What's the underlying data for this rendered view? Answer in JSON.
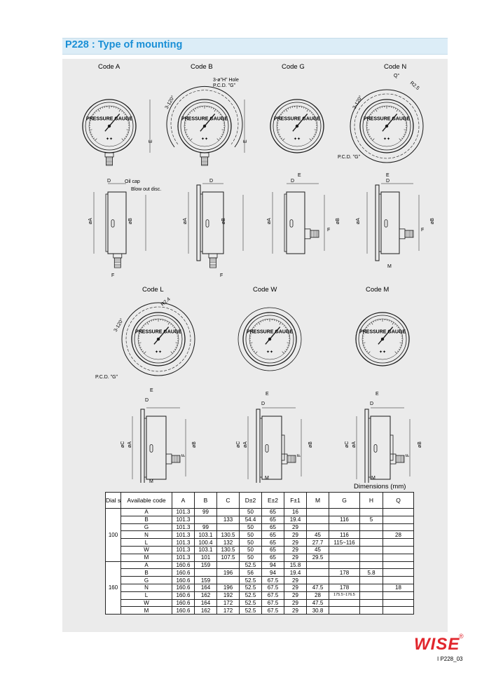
{
  "header": {
    "title": "P228 : Type of mounting"
  },
  "codes": {
    "a": "Code  A",
    "b": "Code  B",
    "g": "Code  G",
    "n": "Code  N",
    "l": "Code  L",
    "w": "Code  W",
    "m": "Code  M"
  },
  "annotations": {
    "hole": "3-øʺHʺ Hole",
    "pcd_b": "P.C.D. ʺGʺ",
    "pcd_n": "P.C.D. ʺGʺ",
    "pcd_l": "P.C.D. ʺGʺ",
    "angle_b": "3-120°",
    "angle_n": "3-120°",
    "angle_l": "3-120°",
    "q_n": "Q°",
    "r_n": "R2.5",
    "r_l": "R2.4",
    "oil_cap": "Oil cap",
    "blow_out": "Blow out disc.",
    "gauge_label": "PRESSURE GAUGE",
    "dimension_letters": {
      "a": "øA",
      "b": "øB",
      "c": "øC",
      "d": "D",
      "e": "E",
      "f": "F",
      "m": "M"
    }
  },
  "dimensions_caption": "Dimensions  (mm)",
  "table": {
    "headers": [
      "Dial size",
      "Available code",
      "A",
      "B",
      "C",
      "D±2",
      "E±2",
      "F±1",
      "M",
      "G",
      "H",
      "Q"
    ],
    "groups": [
      {
        "dial": "100",
        "rows": [
          [
            "A",
            "101.3",
            "99",
            "",
            "50",
            "65",
            "16",
            "",
            "",
            "",
            ""
          ],
          [
            "B",
            "101.3",
            "",
            "133",
            "54.4",
            "65",
            "19.4",
            "",
            "116",
            "5",
            ""
          ],
          [
            "G",
            "101.3",
            "99",
            "",
            "50",
            "65",
            "29",
            "",
            "",
            "",
            ""
          ],
          [
            "N",
            "101.3",
            "103.1",
            "130.5",
            "50",
            "65",
            "29",
            "45",
            "116",
            "",
            "28"
          ],
          [
            "L",
            "101.3",
            "100.4",
            "132",
            "50",
            "65",
            "29",
            "27.7",
            "115~116",
            "",
            ""
          ],
          [
            "W",
            "101.3",
            "103.1",
            "130.5",
            "50",
            "65",
            "29",
            "45",
            "",
            "",
            ""
          ],
          [
            "M",
            "101.3",
            "101",
            "107.5",
            "50",
            "65",
            "29",
            "29.5",
            "",
            "",
            ""
          ]
        ]
      },
      {
        "dial": "160",
        "rows": [
          [
            "A",
            "160.6",
            "159",
            "",
            "52.5",
            "94",
            "15.8",
            "",
            "",
            "",
            ""
          ],
          [
            "B",
            "160.6",
            "",
            "196",
            "56",
            "94",
            "19.4",
            "",
            "178",
            "5.8",
            ""
          ],
          [
            "G",
            "160.6",
            "159",
            "",
            "52.5",
            "67.5",
            "29",
            "",
            "",
            "",
            ""
          ],
          [
            "N",
            "160.6",
            "164",
            "196",
            "52.5",
            "67.5",
            "29",
            "47.5",
            "178",
            "",
            "18"
          ],
          [
            "L",
            "160.6",
            "162",
            "192",
            "52.5",
            "67.5",
            "29",
            "28",
            "175.5~176.5",
            "",
            ""
          ],
          [
            "W",
            "160.6",
            "164",
            "172",
            "52.5",
            "67.5",
            "29",
            "47.5",
            "",
            "",
            ""
          ],
          [
            "M",
            "160.6",
            "162",
            "172",
            "52.5",
            "67.5",
            "29",
            "30.8",
            "",
            "",
            ""
          ]
        ]
      }
    ]
  },
  "footer": {
    "logo": "WISE",
    "registered": "®",
    "page_code": "I P228_03"
  }
}
